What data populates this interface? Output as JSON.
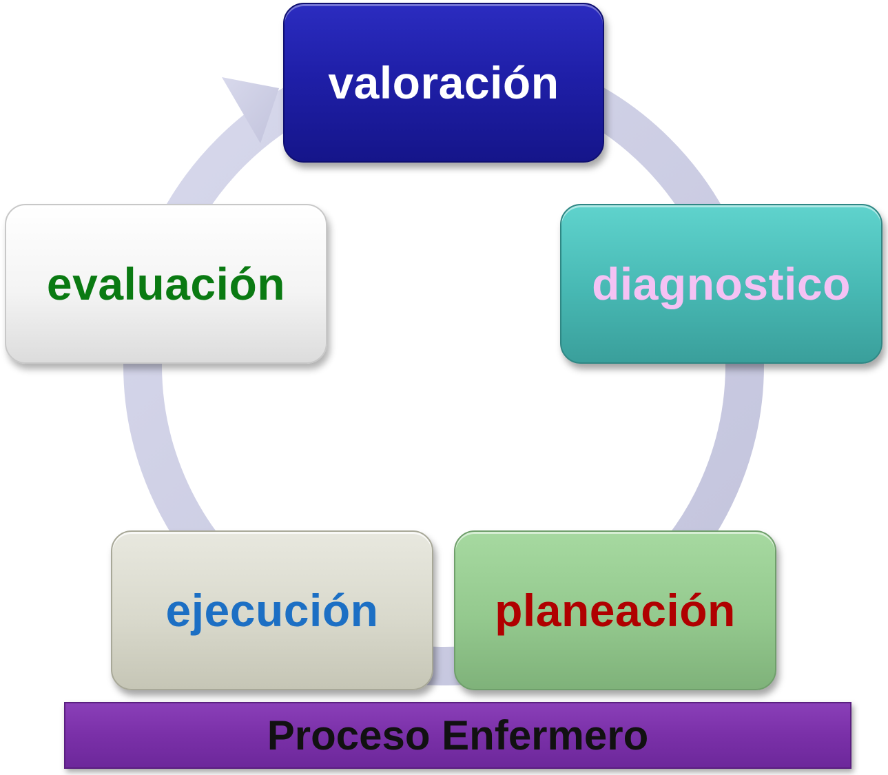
{
  "diagram": {
    "nodes": [
      {
        "id": "valoracion",
        "label": "valoración",
        "text_color": "#ffffff",
        "fill_color": "#1f1fa8"
      },
      {
        "id": "diagnostico",
        "label": "diagnostico",
        "text_color": "#f4c2f4",
        "fill_color": "#47b8b3"
      },
      {
        "id": "planeacion",
        "label": "planeación",
        "text_color": "#b00000",
        "fill_color": "#94c98e"
      },
      {
        "id": "ejecucion",
        "label": "ejecución",
        "text_color": "#1c6fc4",
        "fill_color": "#d9d9cc"
      },
      {
        "id": "evaluacion",
        "label": "evaluación",
        "text_color": "#0a7a12",
        "fill_color": "#f4f4f4"
      }
    ],
    "cycle_order": [
      "valoracion",
      "diagnostico",
      "planeacion",
      "ejecucion",
      "evaluacion"
    ],
    "arrow_color": "#cfd0e6",
    "footer": {
      "label": "Proceso Enfermero",
      "fill_color": "#7a30a8",
      "text_color": "#111111"
    }
  }
}
